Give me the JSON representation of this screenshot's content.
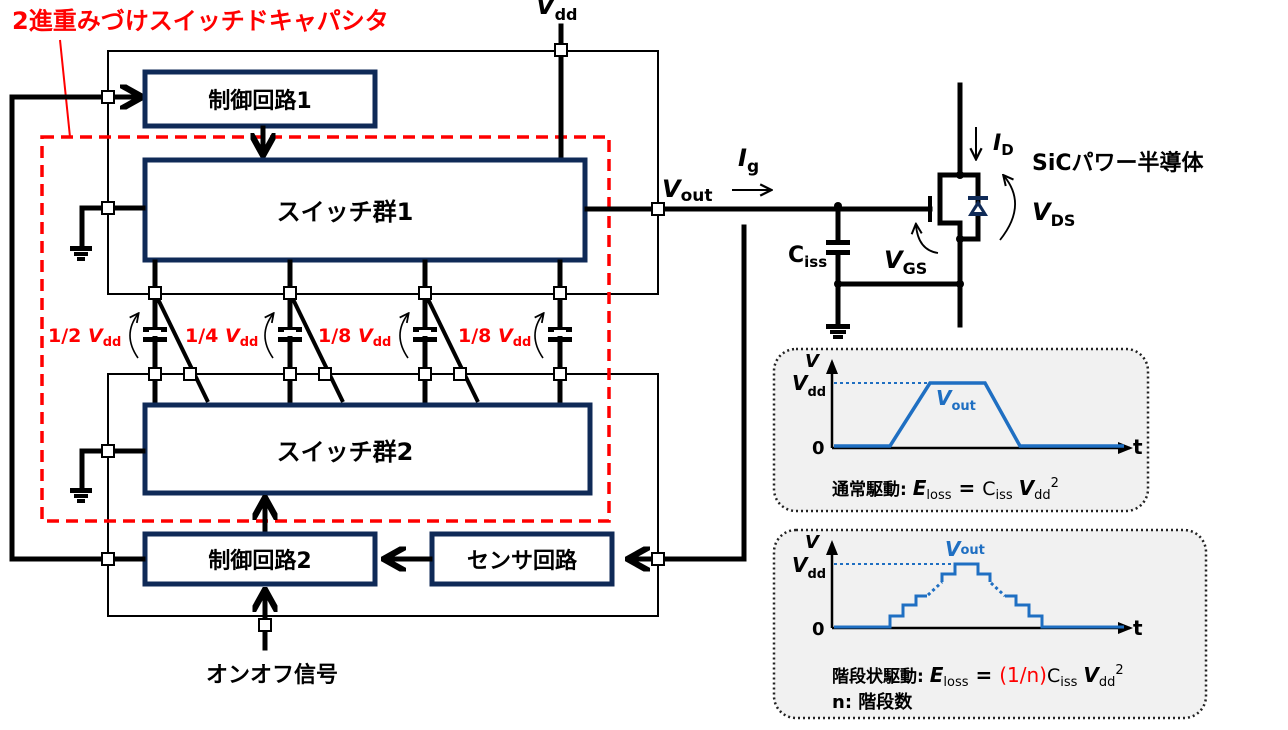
{
  "title": "2進重みづけスイッチドキャパシタ",
  "supply_label": {
    "main": "V",
    "sub": "dd"
  },
  "blocks": {
    "control1": "制御回路1",
    "switch1": "スイッチ群1",
    "switch2": "スイッチ群2",
    "control2": "制御回路2",
    "sensor": "センサ回路"
  },
  "input_label": "オンオフ信号",
  "capacitor_voltages": [
    {
      "ratio": "1/2",
      "v": "V",
      "sub": "dd"
    },
    {
      "ratio": "1/4",
      "v": "V",
      "sub": "dd"
    },
    {
      "ratio": "1/8",
      "v": "V",
      "sub": "dd"
    },
    {
      "ratio": "1/8",
      "v": "V",
      "sub": "dd"
    }
  ],
  "output": {
    "main": "V",
    "sub": "out"
  },
  "gate_current": {
    "main": "I",
    "sub": "g"
  },
  "drain_current": {
    "main": "I",
    "sub": "D"
  },
  "device_label": "SiCパワー半導体",
  "vds": {
    "main": "V",
    "sub": "DS"
  },
  "vgs": {
    "main": "V",
    "sub": "GS"
  },
  "ciss": {
    "main": "C",
    "sub": "iss"
  },
  "colors": {
    "accent_red": "#ff0000",
    "box_navy": "#0f2a57",
    "waveform_blue": "#1f6fc2",
    "panel_bg": "#f1f1f1"
  },
  "panels": {
    "normal": {
      "y_axis": "V",
      "vdd": {
        "main": "V",
        "sub": "dd"
      },
      "zero": "0",
      "x_axis": "t",
      "wave_label": {
        "main": "V",
        "sub": "out"
      },
      "formula_prefix": "通常駆動: ",
      "E": "E",
      "E_sub": "loss",
      "eq": " = ",
      "C": "C",
      "C_sub": "iss",
      "V": "V",
      "V_sub": "dd",
      "sup": "2"
    },
    "stepped": {
      "y_axis": "V",
      "vdd": {
        "main": "V",
        "sub": "dd"
      },
      "zero": "0",
      "x_axis": "t",
      "wave_label": {
        "main": "V",
        "sub": "out"
      },
      "formula_prefix": "階段状駆動: ",
      "E": "E",
      "E_sub": "loss",
      "eq": " = ",
      "factor": "(1/n)",
      "C": "C",
      "C_sub": "iss",
      "V": "V",
      "V_sub": "dd",
      "sup": "2",
      "note": "n: 階段数"
    }
  }
}
